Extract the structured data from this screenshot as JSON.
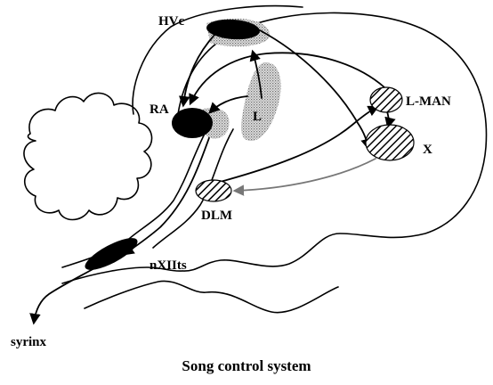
{
  "diagram": {
    "title": "Song control system",
    "nodes": {
      "hvc": {
        "label": "HVc",
        "fill": "solid"
      },
      "ra": {
        "label": "RA",
        "fill": "solid"
      },
      "l": {
        "label": "L",
        "fill": "dotted"
      },
      "lman": {
        "label": "L-MAN",
        "fill": "hatched"
      },
      "x": {
        "label": "X",
        "fill": "hatched"
      },
      "dlm": {
        "label": "DLM",
        "fill": "hatched"
      },
      "nxiits": {
        "label": "nXIIts",
        "fill": "solid"
      },
      "syrinx": {
        "label": "syrinx"
      }
    },
    "colors": {
      "ink": "#000000",
      "background": "#ffffff",
      "stipple": "#9a9a9a",
      "grey_arrow": "#777777"
    }
  }
}
